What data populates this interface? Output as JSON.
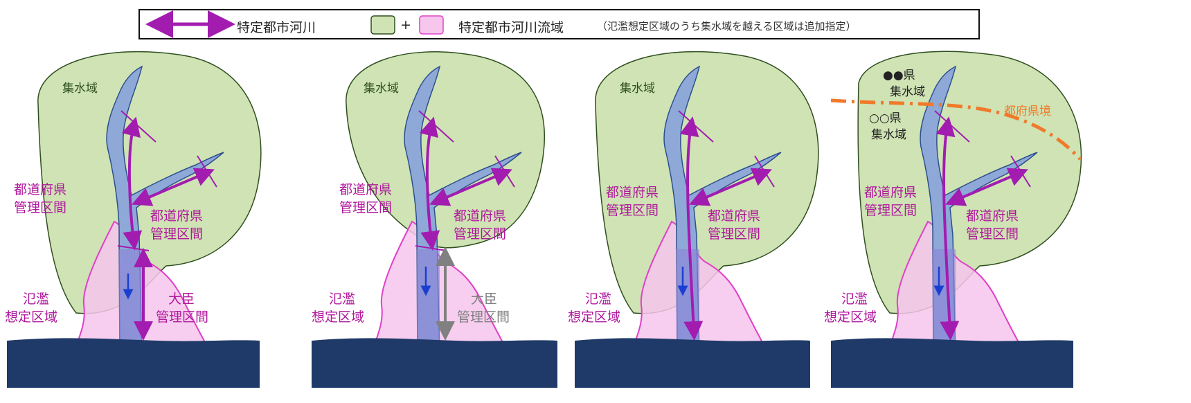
{
  "legend": {
    "river_label": "特定都市河川",
    "plus": "+",
    "basin_label": "特定都市河川流域",
    "basin_note": "（氾濫想定区域のうち集水域を越える区域は追加指定）"
  },
  "panels": [
    {
      "catchment": "集水域",
      "upper_section_left": [
        "都道府県",
        "管理区間"
      ],
      "upper_section_right": [
        "都道府県",
        "管理区間"
      ],
      "lower_section": [
        "大臣",
        "管理区間"
      ],
      "flood_area": [
        "氾濫",
        "想定区域"
      ]
    },
    {
      "catchment": "集水域",
      "upper_section_left": [
        "都道府県",
        "管理区間"
      ],
      "upper_section_right": [
        "都道府県",
        "管理区間"
      ],
      "lower_section": [
        "大臣",
        "管理区間"
      ],
      "flood_area": [
        "氾濫",
        "想定区域"
      ]
    },
    {
      "catchment": "集水域",
      "upper_section_left": [
        "都道府県",
        "管理区間"
      ],
      "upper_section_right": [
        "都道府県",
        "管理区間"
      ],
      "flood_area": [
        "氾濫",
        "想定区域"
      ]
    },
    {
      "catchment_a": [
        "●●県",
        "集水域"
      ],
      "catchment_b": [
        "○○県",
        "集水域"
      ],
      "boundary": "都府県境",
      "upper_section_left": [
        "都道府県",
        "管理区間"
      ],
      "upper_section_right": [
        "都道府県",
        "管理区間"
      ],
      "flood_area": [
        "氾濫",
        "想定区域"
      ]
    }
  ],
  "colors": {
    "catchment_fill": "#cfe3b4",
    "catchment_stroke": "#2f4f1f",
    "flood_fill": "#f6c6ec",
    "flood_stroke": "#e040c8",
    "river_fill": "#8ea8d8",
    "river_stroke": "#2d4f8c",
    "section_arrow": "#a21cb0",
    "national_arrow_gray": "#808080",
    "sea": "#1f3a68",
    "boundary_line": "#f07a2a",
    "label_magenta": "#b0189c"
  }
}
